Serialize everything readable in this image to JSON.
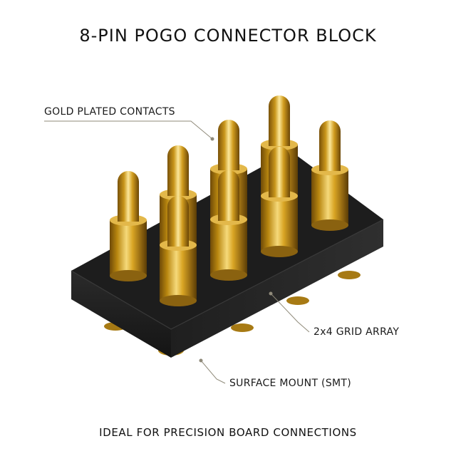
{
  "title": "8-PIN POGO CONNECTOR BLOCK",
  "callouts": {
    "contacts": "GOLD PLATED CONTACTS",
    "grid": "2x4 GRID ARRAY",
    "mount": "SURFACE MOUNT (SMT)"
  },
  "footer": "IDEAL FOR PRECISION BOARD CONNECTIONS",
  "colors": {
    "background": "#ffffff",
    "housing": "#1c1c1c",
    "gold": "#d4a020",
    "leader": "#8f8a7a"
  }
}
